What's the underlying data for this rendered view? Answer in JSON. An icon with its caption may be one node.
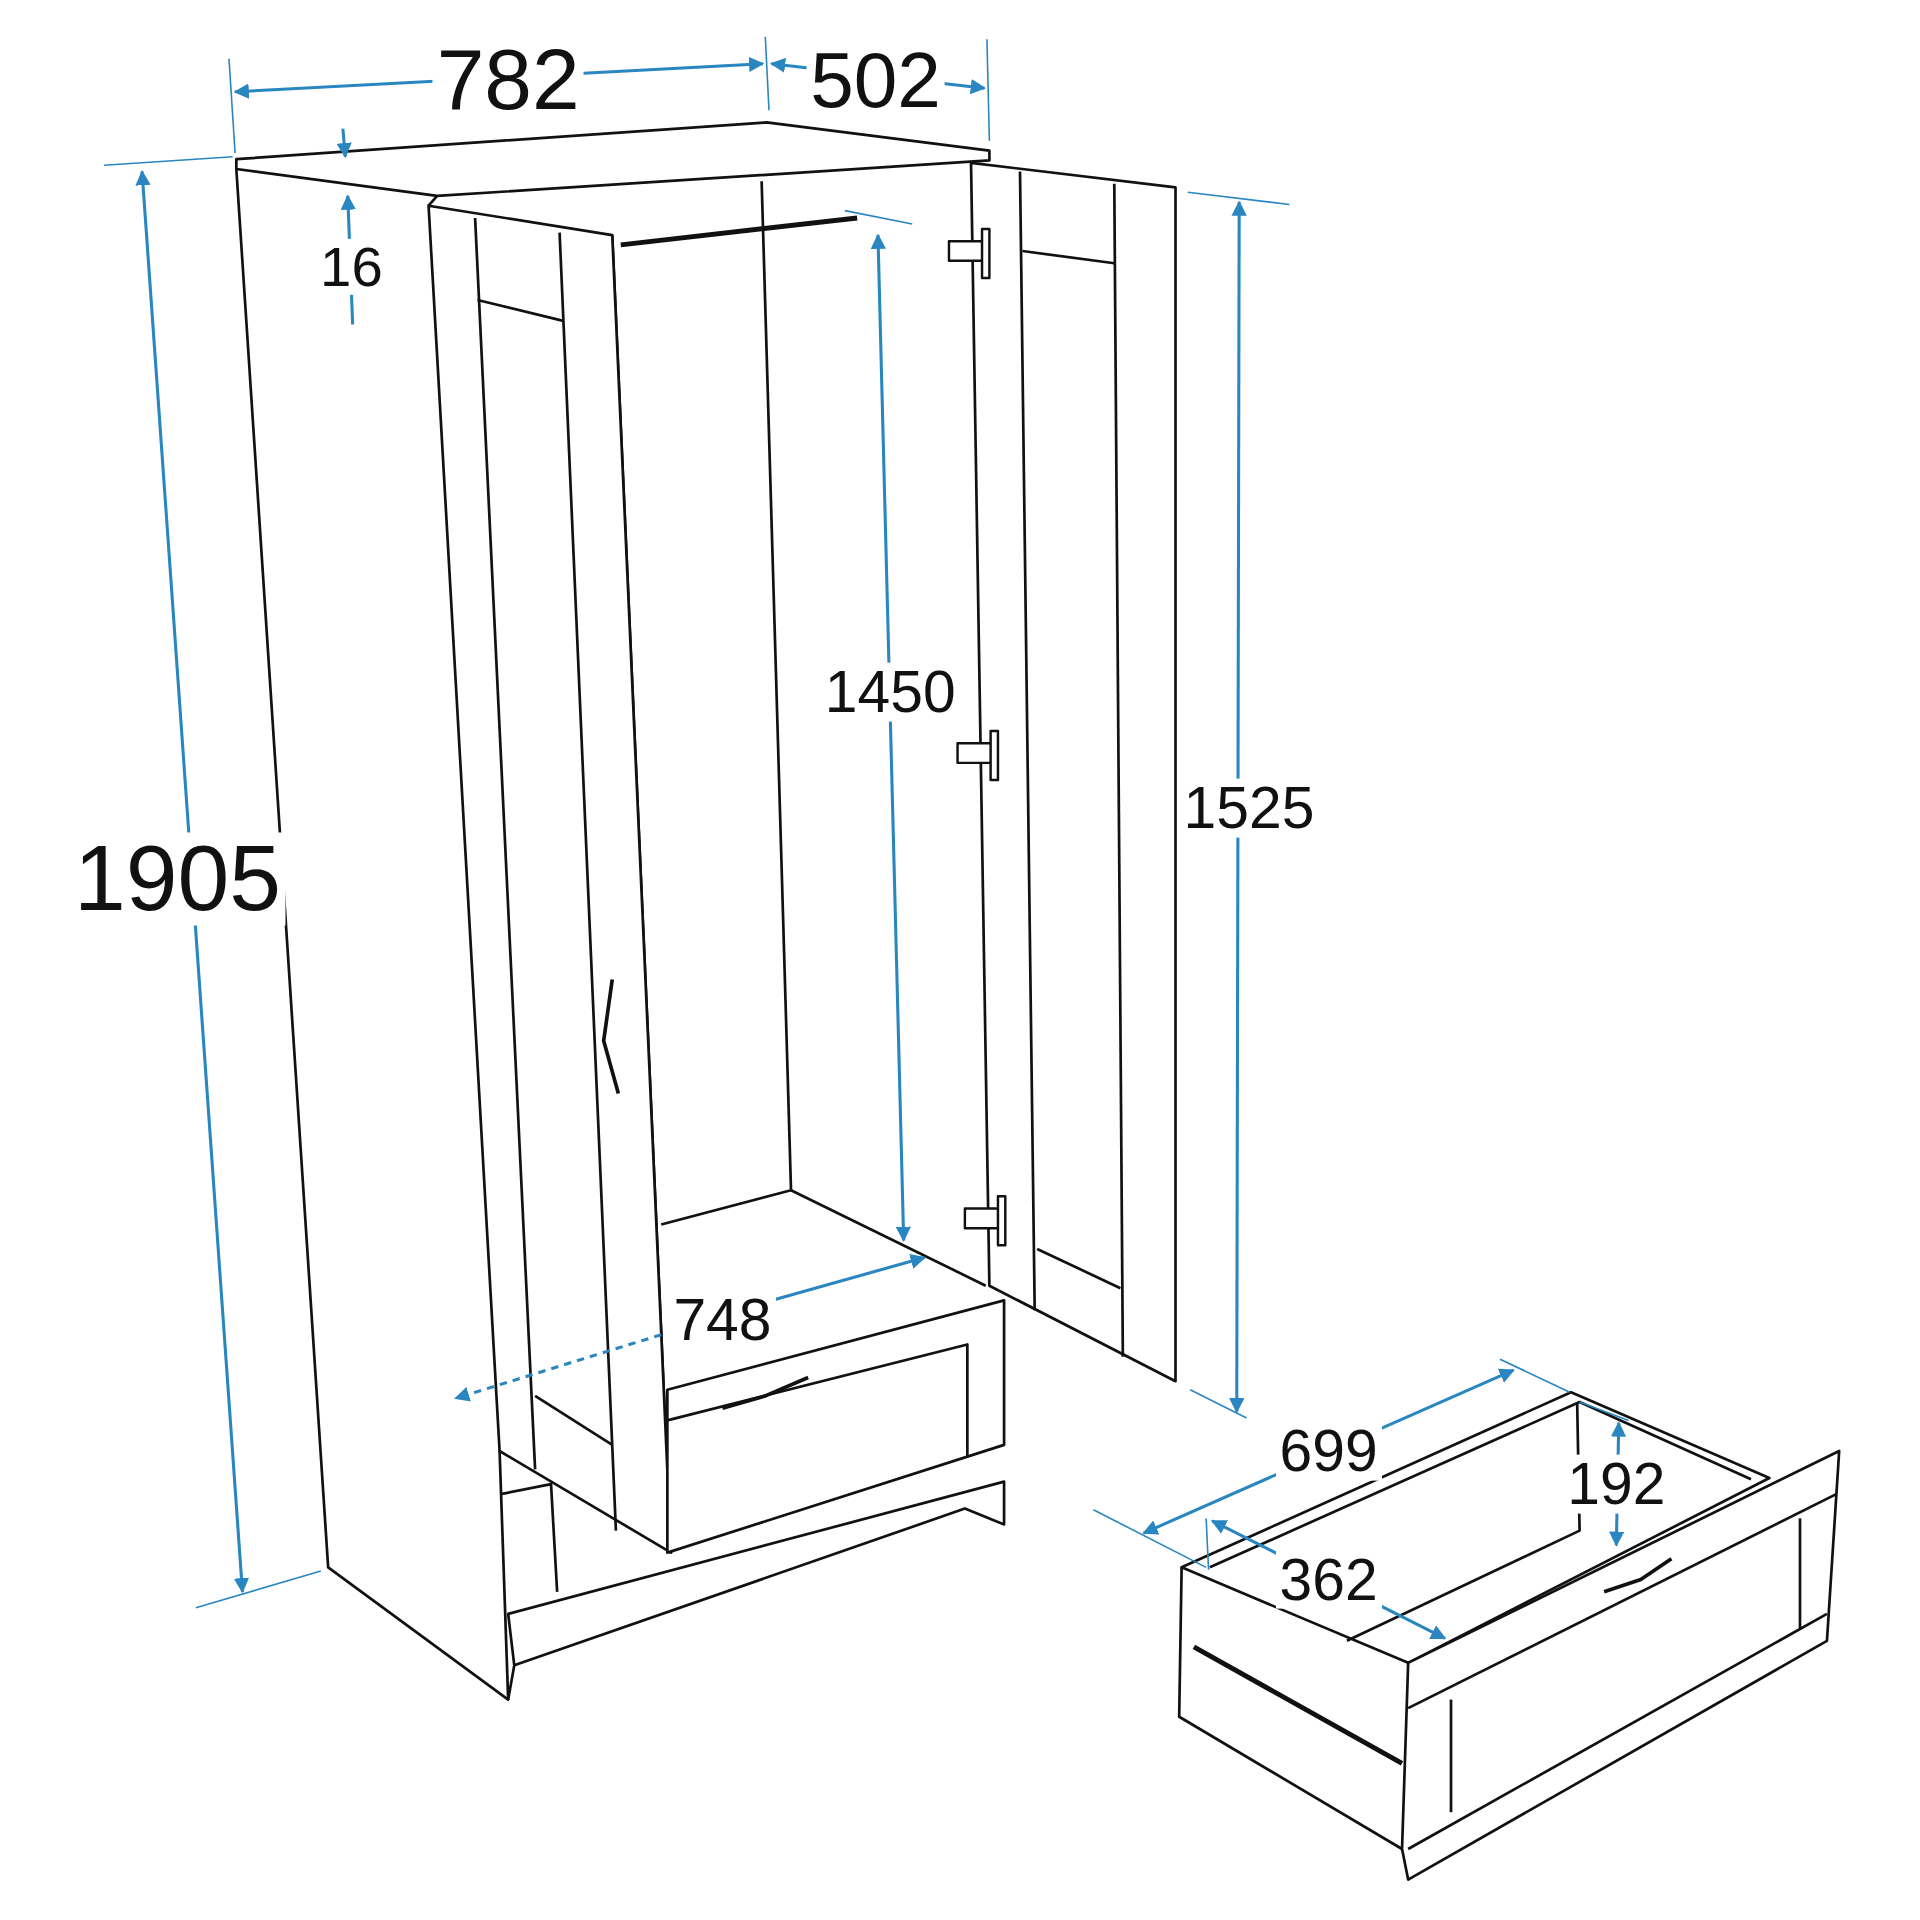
{
  "diagram": {
    "labels": [
      "782",
      "502",
      "16",
      "1450",
      "1525",
      "1905",
      "748",
      "699",
      "192",
      "362"
    ]
  }
}
